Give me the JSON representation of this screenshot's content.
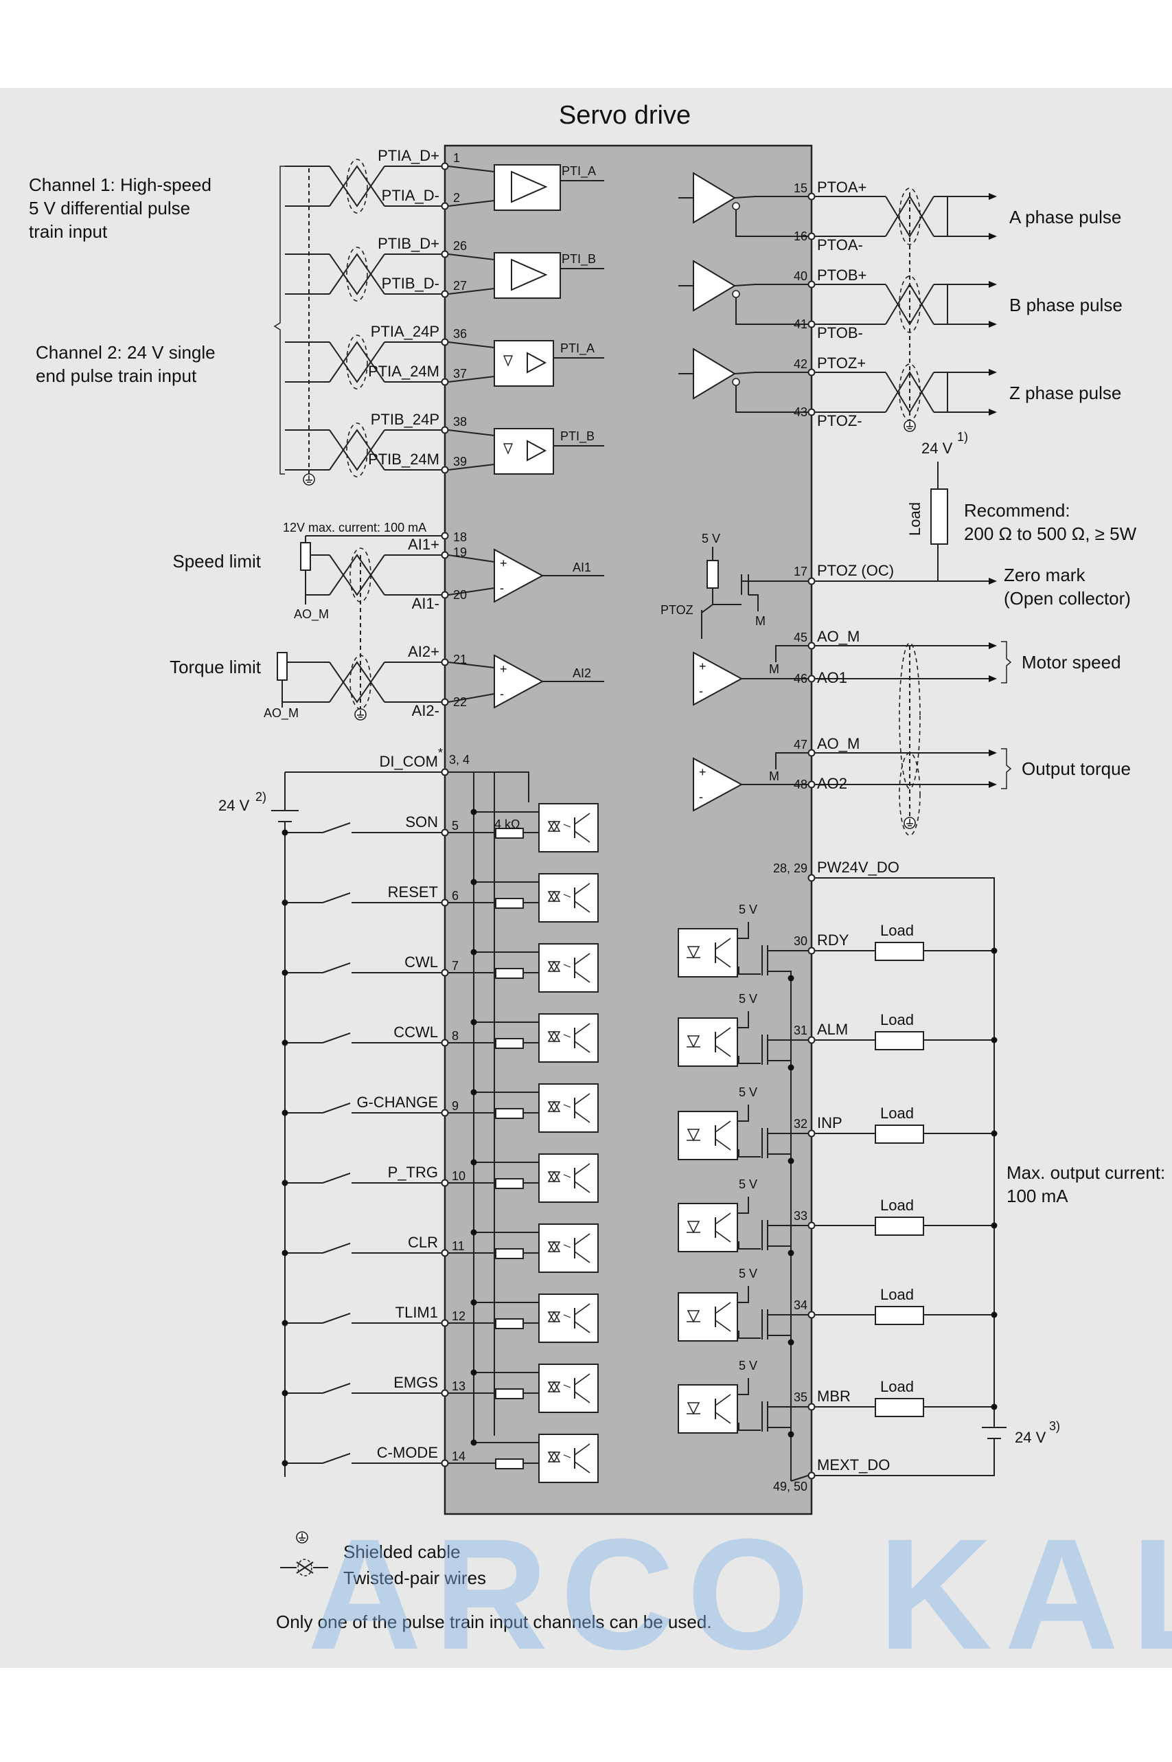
{
  "title": "Servo drive",
  "left_notes": {
    "channel1": [
      "Channel 1: High-speed",
      "5 V differential pulse",
      "train input"
    ],
    "channel2": [
      "Channel 2: 24 V single",
      "end pulse train input"
    ],
    "speed_limit": "Speed limit",
    "torque_limit": "Torque limit",
    "supply_12v": "12V max. current: 100 mA",
    "ao_m": "AO_M",
    "supply_24v": "24 V",
    "supply_24v_note": "2)"
  },
  "pulse_inputs": [
    {
      "signal": "PTIA_D+",
      "pin": "1"
    },
    {
      "signal": "PTIA_D-",
      "pin": "2"
    },
    {
      "signal": "PTIB_D+",
      "pin": "26"
    },
    {
      "signal": "PTIB_D-",
      "pin": "27"
    },
    {
      "signal": "PTIA_24P",
      "pin": "36"
    },
    {
      "signal": "PTIA_24M",
      "pin": "37"
    },
    {
      "signal": "PTIB_24P",
      "pin": "38"
    },
    {
      "signal": "PTIB_24M",
      "pin": "39"
    }
  ],
  "internal": {
    "pti_a": "PTI_A",
    "pti_b": "PTI_B",
    "ai1": "AI1",
    "ai2": "AI2",
    "five_v": "5 V",
    "m": "M",
    "ptoz": "PTOZ",
    "four_k": "4 kΩ"
  },
  "analog_inputs": [
    {
      "signal": "AI1+",
      "pin": "19"
    },
    {
      "signal": "AI1-",
      "pin": "20"
    },
    {
      "signal": "AI2+",
      "pin": "21"
    },
    {
      "signal": "AI2-",
      "pin": "22"
    }
  ],
  "pin18": "18",
  "di_com": {
    "signal": "DI_COM",
    "mark": "*",
    "pins": "3, 4"
  },
  "digital_inputs": [
    {
      "signal": "SON",
      "pin": "5"
    },
    {
      "signal": "RESET",
      "pin": "6"
    },
    {
      "signal": "CWL",
      "pin": "7"
    },
    {
      "signal": "CCWL",
      "pin": "8"
    },
    {
      "signal": "G-CHANGE",
      "pin": "9"
    },
    {
      "signal": "P_TRG",
      "pin": "10"
    },
    {
      "signal": "CLR",
      "pin": "11"
    },
    {
      "signal": "TLIM1",
      "pin": "12"
    },
    {
      "signal": "EMGS",
      "pin": "13"
    },
    {
      "signal": "C-MODE",
      "pin": "14"
    }
  ],
  "pulse_outputs": [
    {
      "pos": "PTOA+",
      "pos_pin": "15",
      "neg": "PTOA-",
      "neg_pin": "16",
      "label": "A phase pulse"
    },
    {
      "pos": "PTOB+",
      "pos_pin": "40",
      "neg": "PTOB-",
      "neg_pin": "41",
      "label": "B phase pulse"
    },
    {
      "pos": "PTOZ+",
      "pos_pin": "42",
      "neg": "PTOZ-",
      "neg_pin": "43",
      "label": "Z phase pulse"
    }
  ],
  "supply_24v_1": "24 V",
  "supply_24v_1_note": "1)",
  "load": "Load",
  "recommend": [
    "Recommend:",
    "200 Ω to 500 Ω, ≥ 5W"
  ],
  "ptoz_oc": {
    "signal": "PTOZ (OC)",
    "pin": "17",
    "label": [
      "Zero mark",
      "(Open collector)"
    ]
  },
  "analog_outputs": [
    {
      "m_pin": "45",
      "m_signal": "AO_M",
      "pin": "46",
      "signal": "AO1",
      "label": "Motor speed"
    },
    {
      "m_pin": "47",
      "m_signal": "AO_M",
      "pin": "48",
      "signal": "AO2",
      "label": "Output torque"
    }
  ],
  "pw24v": {
    "signal": "PW24V_DO",
    "pins": "28, 29"
  },
  "digital_outputs": [
    {
      "signal": "RDY",
      "pin": "30"
    },
    {
      "signal": "ALM",
      "pin": "31"
    },
    {
      "signal": "INP",
      "pin": "32"
    },
    {
      "signal": "",
      "pin": "33"
    },
    {
      "signal": "",
      "pin": "34"
    },
    {
      "signal": "MBR",
      "pin": "35"
    }
  ],
  "max_output": [
    "Max. output current:",
    "100 mA"
  ],
  "supply_24v_3": "24 V",
  "supply_24v_3_note": "3)",
  "mext": {
    "signal": "MEXT_DO",
    "pins": "49, 50"
  },
  "legend": {
    "shielded": "Shielded cable",
    "twisted": "Twisted-pair wires",
    "note": "Only one of the pulse train input channels can be used."
  },
  "watermark": "ARCO KALA"
}
